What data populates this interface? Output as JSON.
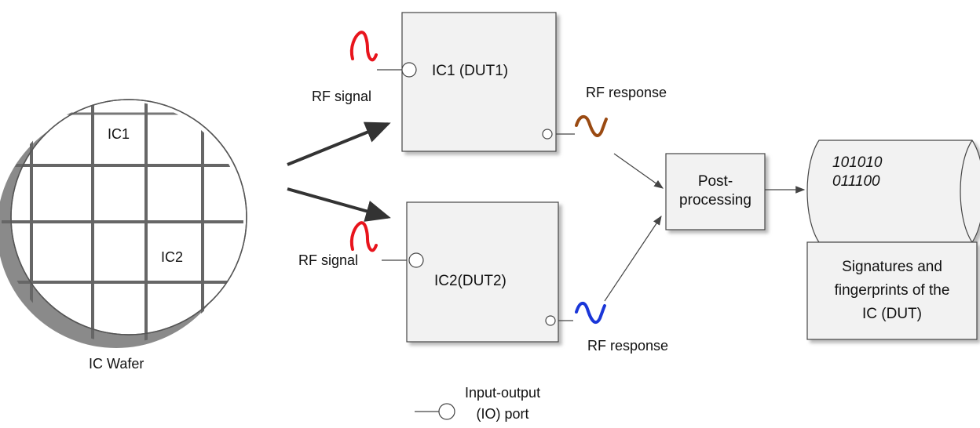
{
  "wafer": {
    "label": "IC Wafer",
    "ic1": "IC1",
    "ic2": "IC2"
  },
  "dut1": {
    "label": "IC1 (DUT1)",
    "input_label": "RF signal",
    "output_label": "RF response"
  },
  "dut2": {
    "label": "IC2(DUT2)",
    "input_label": "RF signal",
    "output_label": "RF response"
  },
  "postprocessing": {
    "line1": "Post-",
    "line2": "processing"
  },
  "storage": {
    "line1": "101010",
    "line2": "011100"
  },
  "result": {
    "line1": "Signatures and",
    "line2": "fingerprints of the",
    "line3": "IC (DUT)"
  },
  "legend": {
    "line1": "Input-output",
    "line2": "(IO) port"
  },
  "colors": {
    "signal_red": "#e8141c",
    "response_brown": "#9a4a12",
    "response_blue": "#1a36d8",
    "box_fill": "#f2f2f2",
    "stroke": "#555555"
  }
}
